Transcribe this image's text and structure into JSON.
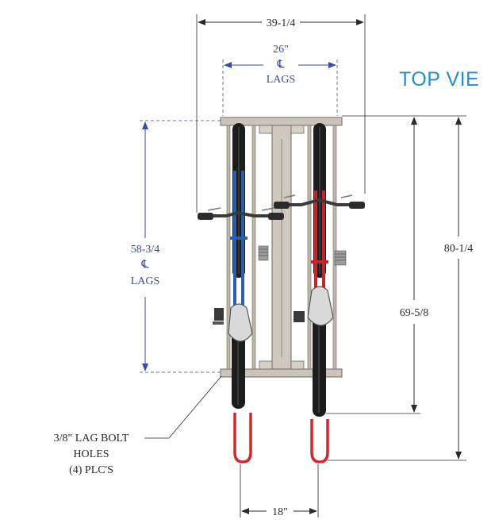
{
  "title": "TOP VIE",
  "dimensions": {
    "overall_width": "39-1/4",
    "lags_width": "26\"",
    "lags_width_symbol": "℄",
    "lags_width_label": "LAGS",
    "lags_height": "58-3/4",
    "lags_height_symbol": "℄",
    "lags_height_label": "LAGS",
    "overall_height": "80-1/4",
    "wheel_height": "69-5/8",
    "bike_spacing": "18\""
  },
  "callout": {
    "line1": "3/8\" LAG BOLT",
    "line2": "HOLES",
    "line3": "(4) PLC'S"
  },
  "colors": {
    "dimension_black": "#2a2a2a",
    "dimension_blue": "#3a4aa8",
    "title_blue": "#1e8fd0",
    "rack_grey": "#c9c2b8",
    "bike_left": "#2a5fb0",
    "bike_right": "#c0262b",
    "hook_red": "#d1282e"
  }
}
